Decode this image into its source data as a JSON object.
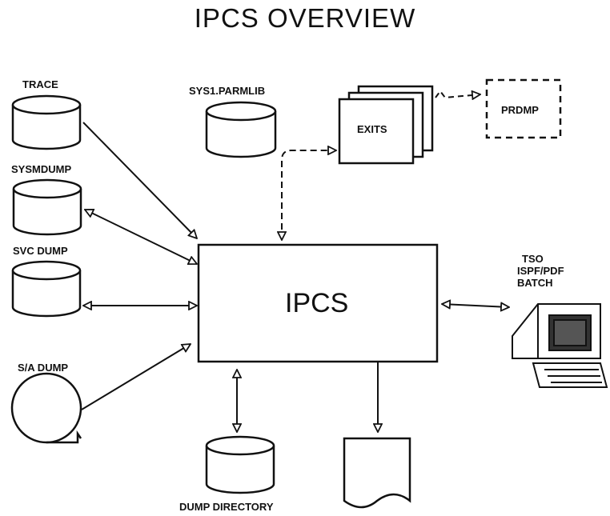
{
  "title": "IPCS OVERVIEW",
  "center": {
    "label": "IPCS"
  },
  "sources": {
    "trace": "TRACE",
    "sysmdump": "SYSMDUMP",
    "svc_dump": "SVC DUMP",
    "sa_dump": "S/A DUMP"
  },
  "parmlib": "SYS1.PARMLIB",
  "exits": "EXITS",
  "prdmp": "PRDMP",
  "terminal": {
    "line1": "TSO",
    "line2": "ISPF/PDF",
    "line3": "BATCH"
  },
  "dump_directory": "DUMP DIRECTORY",
  "colors": {
    "ink": "#111111",
    "screen": "#333333",
    "paper": "#ffffff"
  }
}
